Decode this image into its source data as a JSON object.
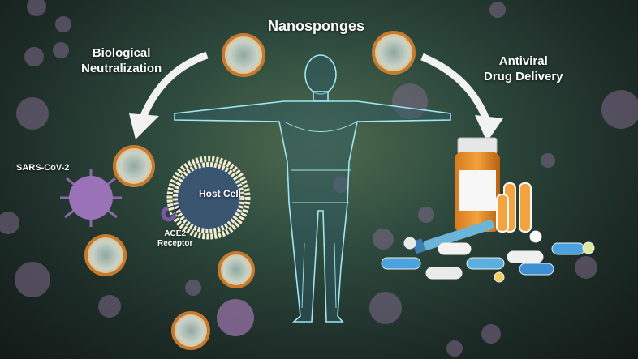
{
  "labels": {
    "title": "Nanosponges",
    "left_line1": "Biological",
    "left_line2": "Neutralization",
    "right_line1": "Antiviral",
    "right_line2": "Drug Delivery",
    "virus": "SARS-CoV-2",
    "cell": "Host Cell",
    "receptor_line1": "ACE2",
    "receptor_line2": "Receptor"
  },
  "icons": [
    "nanosponge-icon",
    "virus-icon",
    "human-wireframe-icon",
    "arrow-icon",
    "pill-bottle-icon",
    "capsule-icon",
    "ampoule-icon",
    "syringe-icon"
  ],
  "colors": {
    "text": "#ffffff",
    "arrow": "#f2f2f2",
    "bilayer": "#f3ecd0",
    "wireframe": "#9fe6f2",
    "virus": "#9a72b8"
  }
}
